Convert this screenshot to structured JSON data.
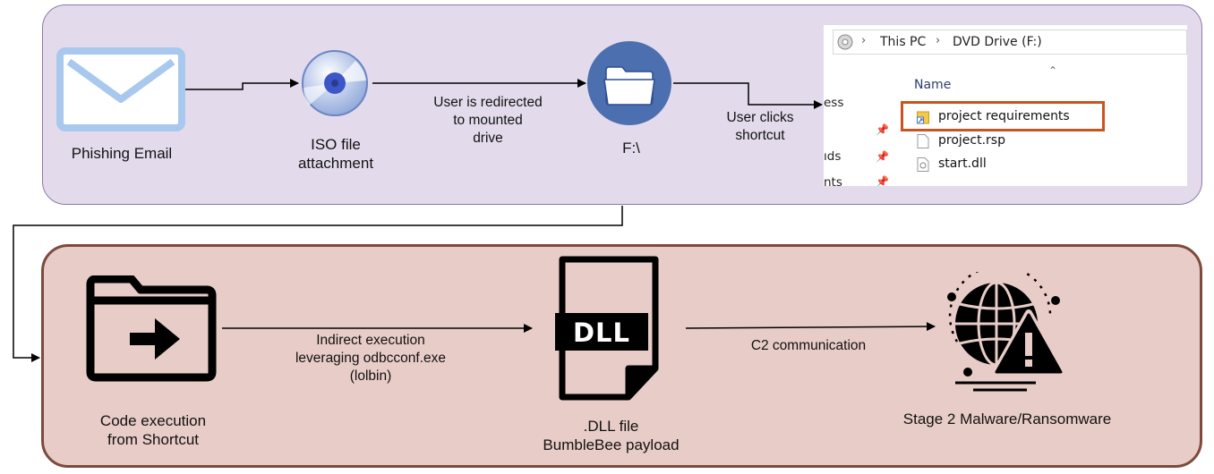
{
  "top_flow": {
    "phishing_email": "Phishing Email",
    "iso_file": "ISO file\nattachment",
    "redirect_edge": "User is redirected\nto mounted\ndrive",
    "drive_label": "F:\\",
    "shortcut_edge": "User clicks\nshortcut"
  },
  "explorer": {
    "path": [
      "This PC",
      "DVD Drive (F:)"
    ],
    "column_header": "Name",
    "nav_fragments": [
      "ess",
      "ıds",
      "nts"
    ],
    "files": [
      "project requirements",
      "project.rsp",
      "start.dll"
    ]
  },
  "bottom_flow": {
    "code_execution": "Code execution\nfrom Shortcut",
    "indirect_edge": "Indirect execution\nleveraging odbcconf.exe\n(lolbin)",
    "dll_badge": "DLL",
    "dll_file": ".DLL file\nBumbleBee payload",
    "c2_edge": "C2 communication",
    "stage2": "Stage 2 Malware/Ransomware"
  },
  "colors": {
    "top_panel_fill": "#e3dbeb",
    "top_panel_border": "#8c7aa6",
    "bottom_panel_fill": "#e8ccc7",
    "bottom_panel_border": "#7d4a3c",
    "highlight": "#c8541f",
    "email_icon": "#a9c8ee",
    "folder_circle": "#4c6fb0"
  },
  "icons": [
    "envelope-icon",
    "cd-disc-icon",
    "folder-icon",
    "folder-arrow-icon",
    "dll-file-icon",
    "globe-warning-icon"
  ]
}
